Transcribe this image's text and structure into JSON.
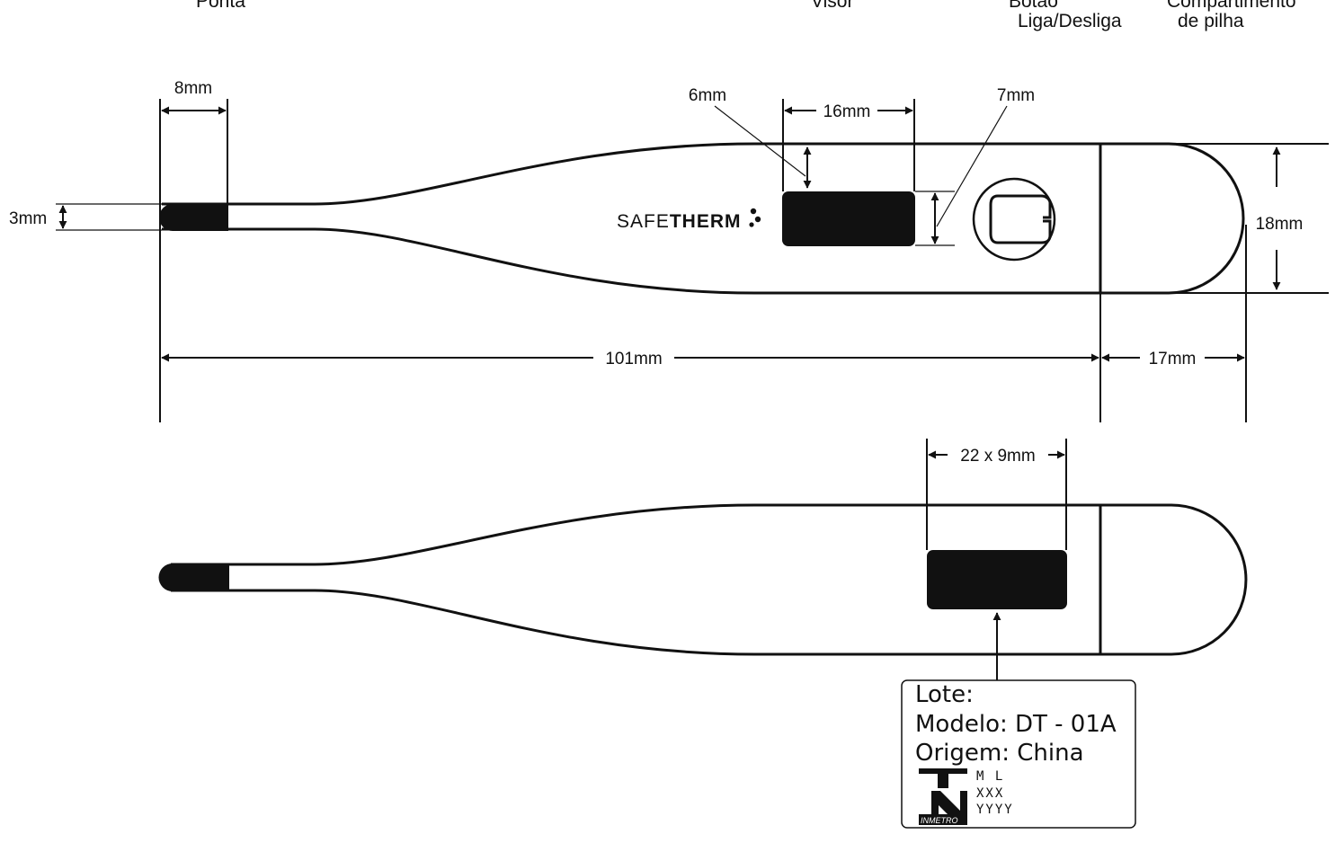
{
  "header": {
    "ponta_label": "Ponta",
    "visor_label": "Visor",
    "botao_line1": "Botão",
    "botao_line2": "Liga/Desliga",
    "compartimento_line1": "Compartimento",
    "compartimento_line2": "de pilha"
  },
  "brand": {
    "safe": "SAFE",
    "therm": "THERM"
  },
  "dimensions": {
    "tip_length": "8mm",
    "tip_diameter": "3mm",
    "display_offset": "6mm",
    "display_width": "16mm",
    "display_height": "7mm",
    "body_height": "18mm",
    "total_length": "101mm",
    "cap_length": "17mm",
    "label_size": "22 x 9mm"
  },
  "label": {
    "lote": "Lote:",
    "modelo": "Modelo: DT - 01A",
    "origem": "Origem: China",
    "inmetro_ml": "M L",
    "inmetro_xxx": "XXX",
    "inmetro_yyyy": "YYYY",
    "inmetro_text": "INMETRO"
  },
  "colors": {
    "ink": "#111111",
    "background": "#ffffff"
  }
}
